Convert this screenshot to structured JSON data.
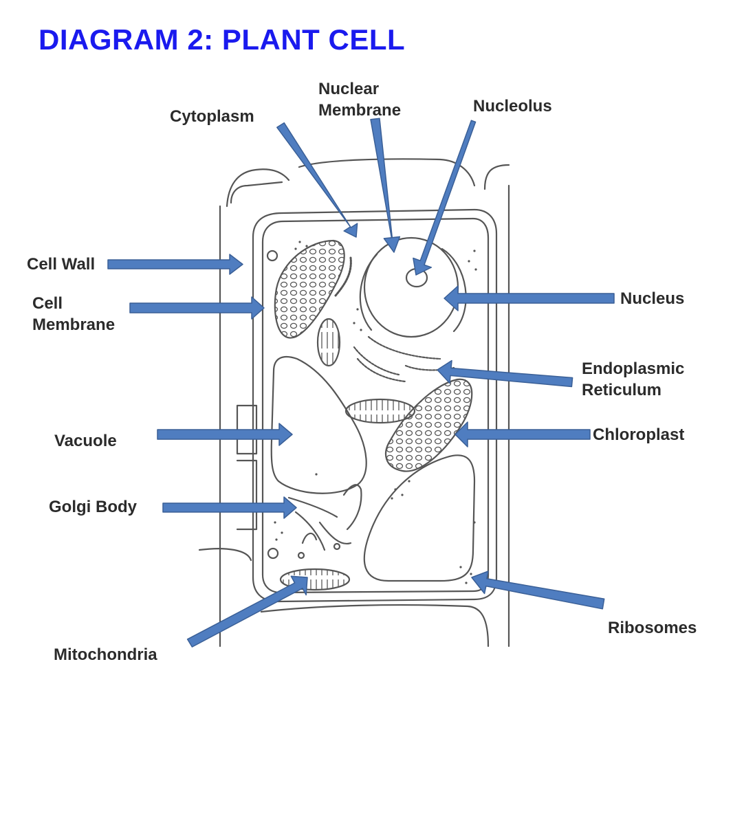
{
  "title": "DIAGRAM 2:  PLANT CELL",
  "labels": {
    "cytoplasm": "Cytoplasm",
    "nuclear_membrane": "Nuclear\nMembrane",
    "nucleolus": "Nucleolus",
    "cell_wall": "Cell Wall",
    "cell_membrane": "Cell\nMembrane",
    "nucleus": "Nucleus",
    "endoplasmic_reticulum": "Endoplasmic\nReticulum",
    "vacuole": "Vacuole",
    "chloroplast": "Chloroplast",
    "golgi_body": "Golgi Body",
    "ribosomes": "Ribosomes",
    "mitochondria": "Mitochondria"
  },
  "colors": {
    "title": "#1a1aee",
    "arrow_fill": "#4f7dc0",
    "arrow_stroke": "#3a5f96",
    "drawing": "#555555"
  }
}
